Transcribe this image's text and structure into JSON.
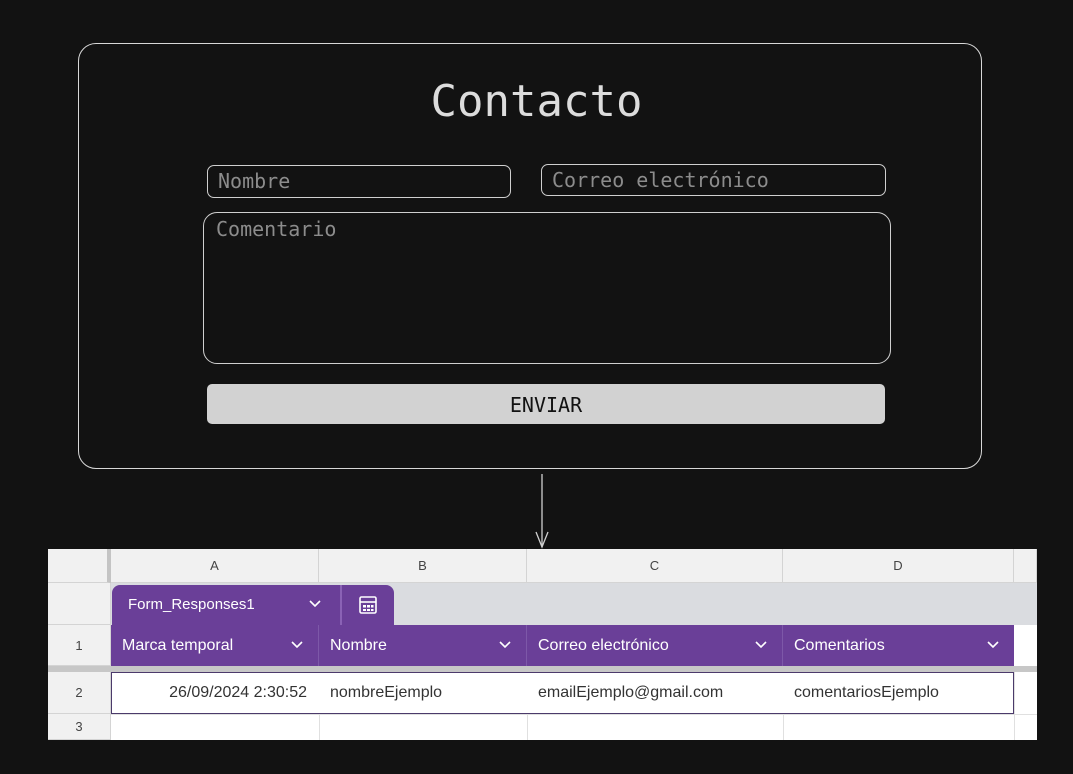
{
  "form": {
    "title": "Contacto",
    "name_placeholder": "Nombre",
    "email_placeholder": "Correo electrónico",
    "comment_placeholder": "Comentario",
    "submit_label": "ENVIAR"
  },
  "sheet": {
    "columns": [
      "A",
      "B",
      "C",
      "D"
    ],
    "rows": [
      "1",
      "2",
      "3"
    ],
    "tab_name": "Form_Responses1",
    "headers": [
      "Marca temporal",
      "Nombre",
      "Correo electrónico",
      "Comentarios"
    ],
    "data_row": [
      "26/09/2024 2:30:52",
      "nombreEjemplo",
      "emailEjemplo@gmail.com",
      "comentariosEjemplo"
    ],
    "accent_color": "#6a3f98"
  }
}
